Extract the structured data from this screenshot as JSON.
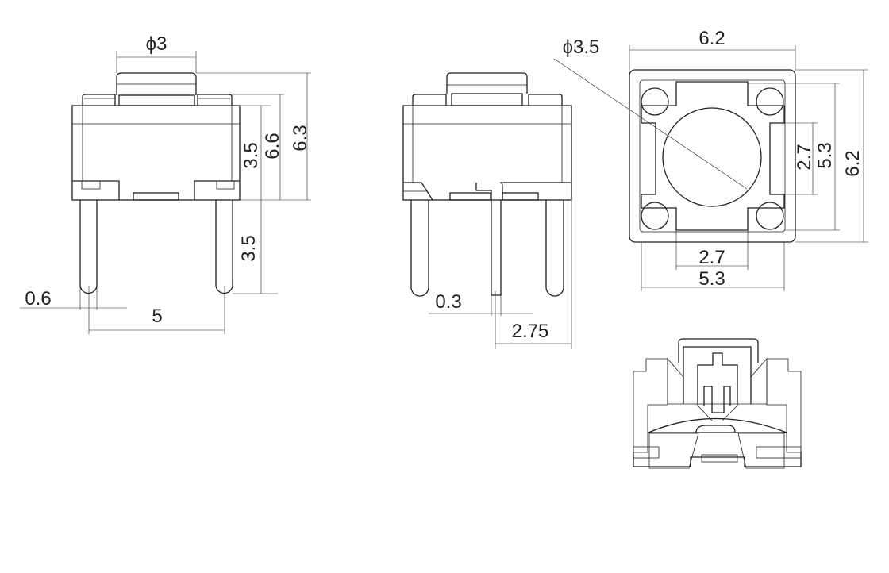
{
  "colors": {
    "line": "#231f20",
    "background": "#ffffff"
  },
  "front_view": {
    "button_diameter": "ϕ3",
    "total_height": "6.3",
    "body_height_with_tabs": "6.6",
    "body_height": "3.5",
    "pin_length": "3.5",
    "pin_width": "0.6",
    "pin_pitch": "5"
  },
  "side_view": {
    "center_pin_width": "0.3",
    "center_pin_offset": "2.75"
  },
  "top_view": {
    "hole_diameter": "ϕ3.5",
    "width": "6.2",
    "height": "6.2",
    "inner_height": "5.3",
    "inner_cut_height": "2.7",
    "inner_cut_width": "2.7",
    "inner_width": "5.3"
  }
}
